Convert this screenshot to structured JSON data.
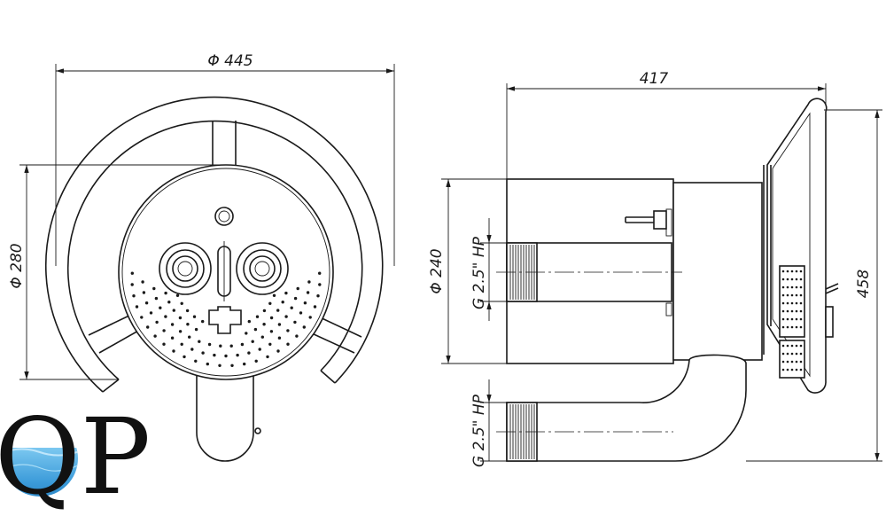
{
  "drawing": {
    "front_view": {
      "outer_diameter_label": "Φ 445",
      "inner_diameter_label": "Φ 280"
    },
    "side_view": {
      "length_label": "417",
      "height_label": "458",
      "body_diameter_label": "Φ 240",
      "upper_thread_label": "G 2.5\" HP",
      "lower_thread_label": "G 2.5\" HP"
    }
  },
  "logo": {
    "text": "QP",
    "water_color": "#3a9ad9",
    "ink_color": "#111111"
  }
}
